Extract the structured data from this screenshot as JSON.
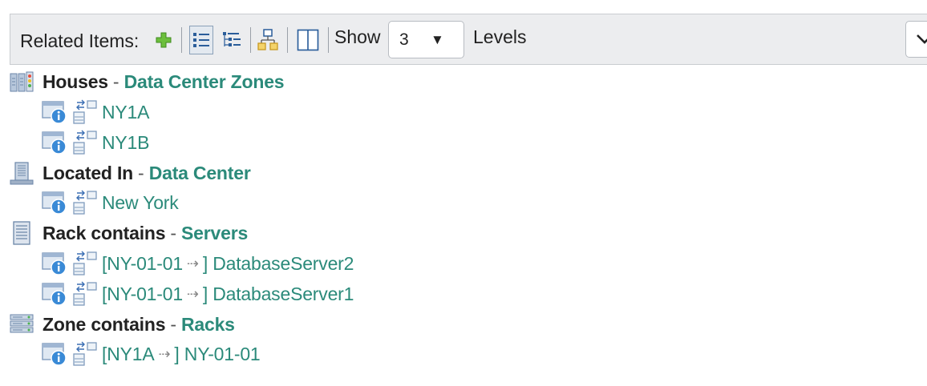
{
  "toolbar": {
    "label": "Related Items:",
    "show_label": "Show",
    "levels_value": "3",
    "levels_label": "Levels",
    "icons": [
      "add-icon",
      "list-view-icon",
      "tree-view-icon",
      "hierarchy-view-icon",
      "split-pane-icon",
      "chevron-down-icon"
    ]
  },
  "groups": [
    {
      "relation": "Houses",
      "type": "Data Center Zones",
      "icon": "zone-icon",
      "items": [
        {
          "label": "NY1A"
        },
        {
          "label": "NY1B"
        }
      ]
    },
    {
      "relation": "Located In",
      "type": "Data Center",
      "icon": "datacenter-icon",
      "items": [
        {
          "label": "New York"
        }
      ]
    },
    {
      "relation": "Rack contains",
      "type": "Servers",
      "icon": "server-icon",
      "items": [
        {
          "prefix": "[NY-01-01",
          "suffix": "]",
          "label": "DatabaseServer2"
        },
        {
          "prefix": "[NY-01-01",
          "suffix": "]",
          "label": "DatabaseServer1"
        }
      ]
    },
    {
      "relation": "Zone contains",
      "type": "Racks",
      "icon": "rack-icon",
      "items": [
        {
          "prefix": "[NY1A",
          "suffix": "]",
          "label": "NY-01-01"
        }
      ]
    }
  ],
  "colors": {
    "link": "#2b8a7a",
    "toolbar_bg": "#ecedef",
    "add_icon": "#5fb336"
  },
  "separator": "-",
  "path_arrow": "⇢"
}
